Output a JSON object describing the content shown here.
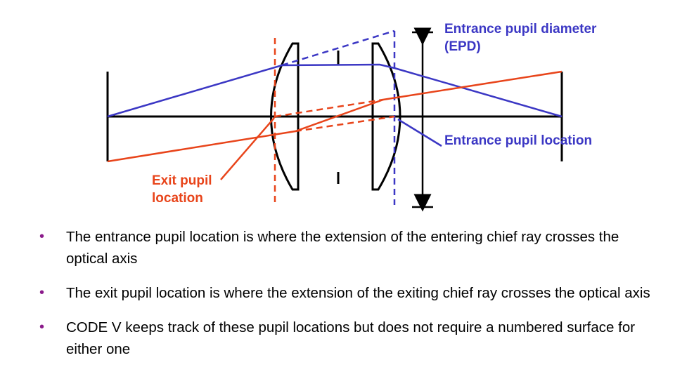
{
  "diagram": {
    "labels": {
      "epd": "Entrance pupil diameter (EPD)",
      "entrance_pupil_location": "Entrance pupil location",
      "exit_pupil_location": "Exit pupil location"
    },
    "colors": {
      "entrance_ray": "#3b37c4",
      "exit_ray": "#e8441a",
      "structure": "#000000"
    }
  },
  "bullets": [
    "The entrance pupil location is where the extension of the entering chief ray crosses the optical axis",
    "The exit pupil location is where the extension of the exiting chief ray crosses the optical axis",
    "CODE V keeps track of these pupil locations but does not require a numbered surface for either one"
  ],
  "bullet_color": "#8b1a8b",
  "bullet_glyph": "•"
}
